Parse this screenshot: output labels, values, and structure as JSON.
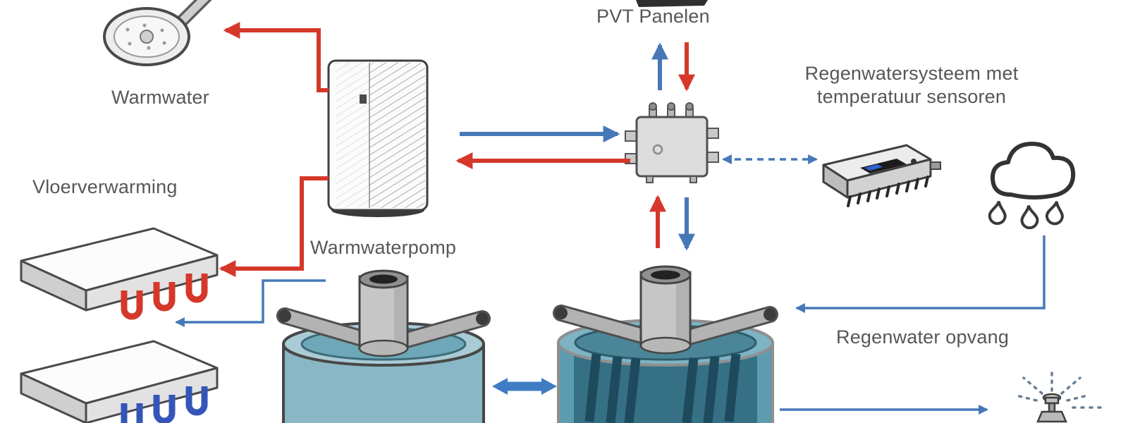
{
  "labels": {
    "warmwater": "Warmwater",
    "vloerverwarming": "Vloerverwarming",
    "warmwaterpomp": "Warmwaterpomp",
    "pvt_panelen": "PVT Panelen",
    "regenwatersysteem_line1": "Regenwatersysteem met",
    "regenwatersysteem_line2": "temperatuur sensoren",
    "regenwater_opvang": "Regenwater opvang"
  },
  "colors": {
    "hot_line": "#d5382b",
    "cold_line": "#4678b8",
    "dashed_link": "#4678b8",
    "label_text": "#575756",
    "water_light": "#8ab7c5",
    "water_dark": "#357084",
    "metal": "#c6c6c6",
    "outline": "#3f3f3f",
    "background": "#ffffff"
  }
}
